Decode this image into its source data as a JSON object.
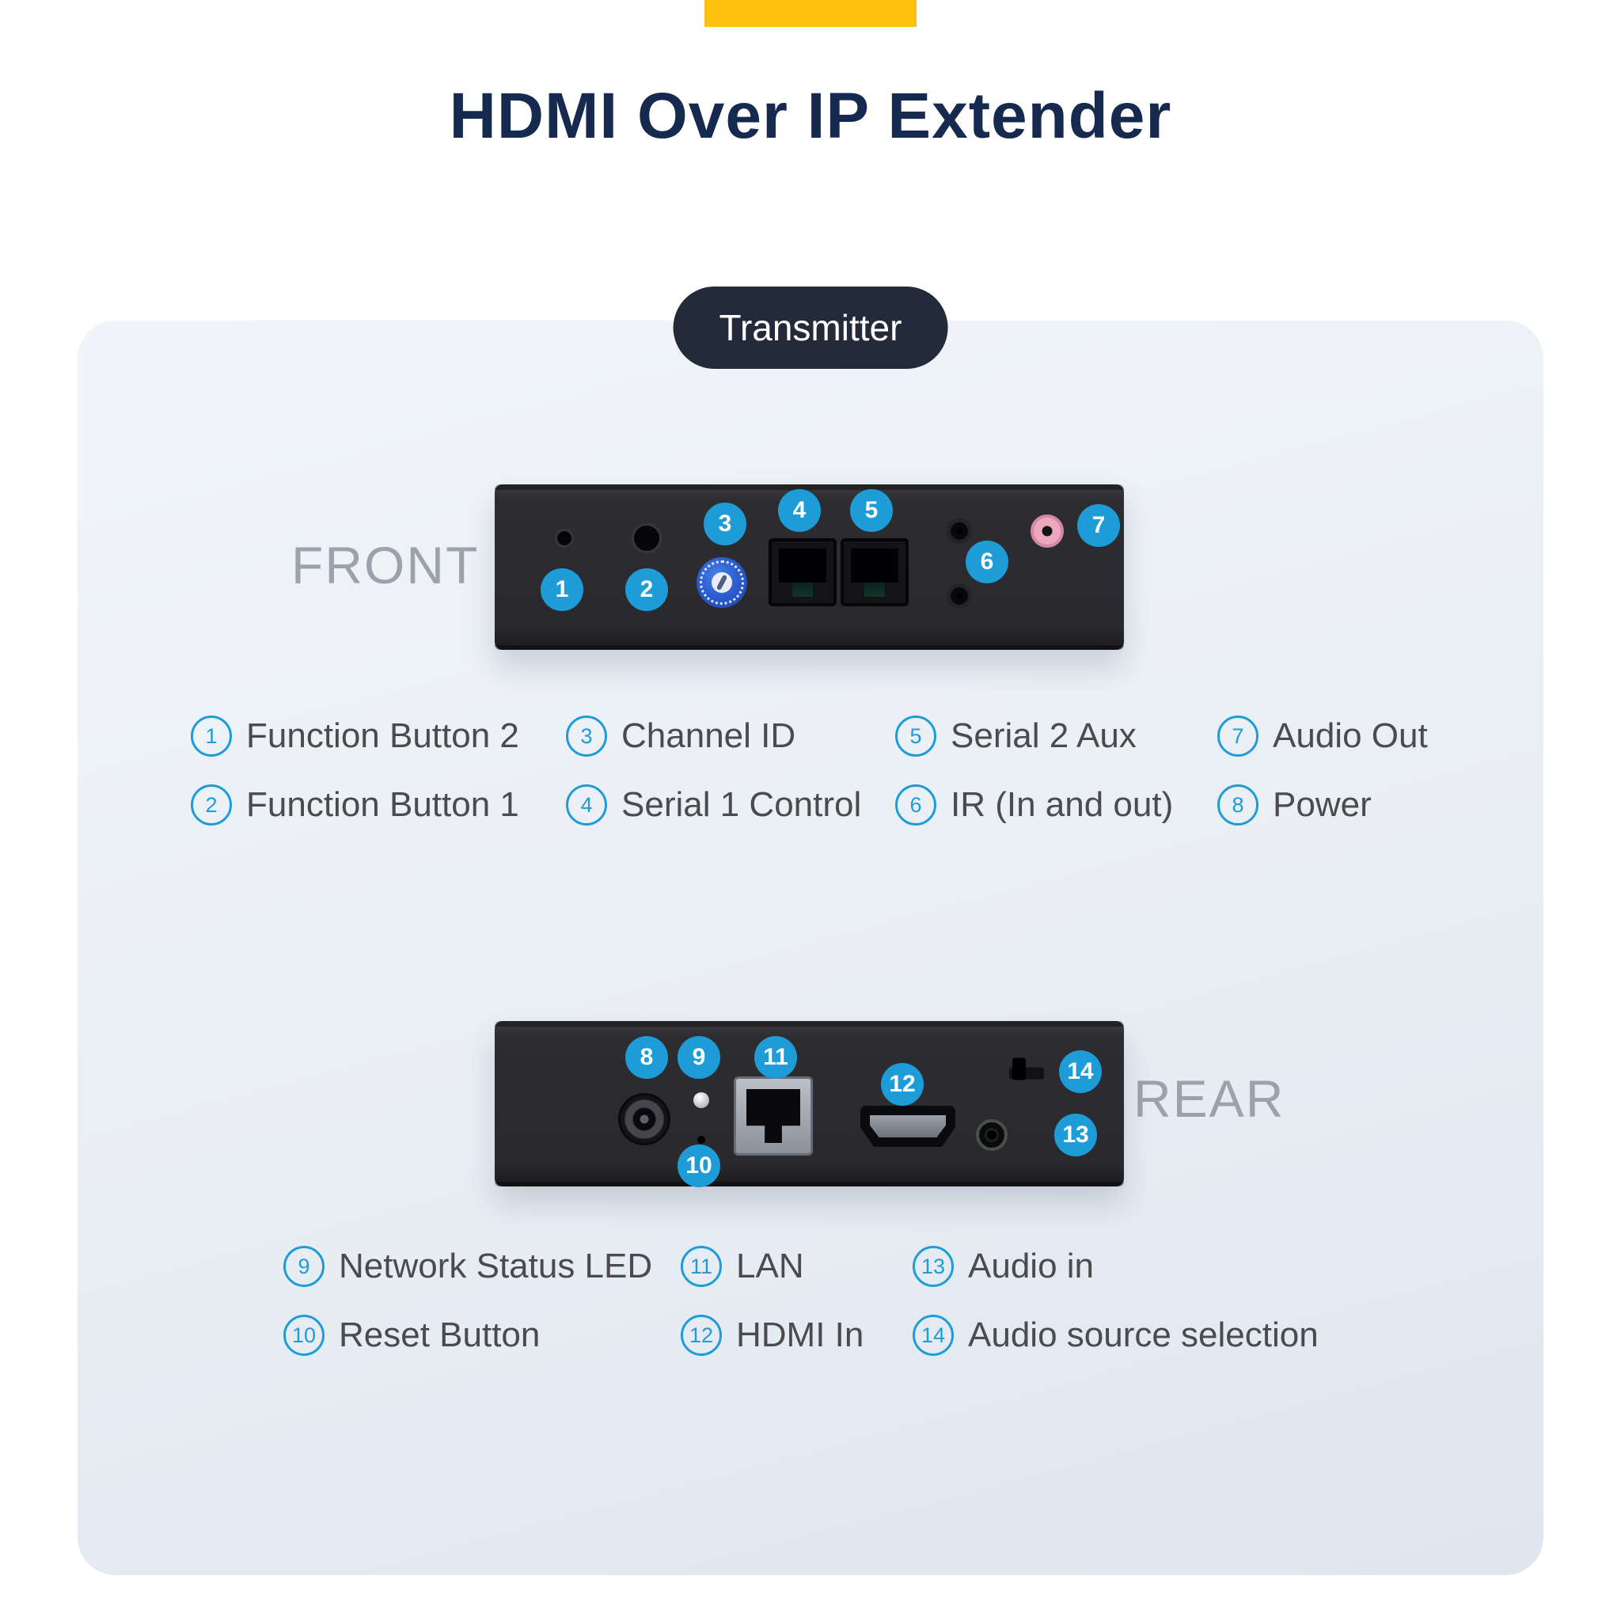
{
  "header": {
    "title": "HDMI Over IP Extender"
  },
  "badge": {
    "label": "Transmitter"
  },
  "front": {
    "view_label": "FRONT",
    "callouts": [
      "1",
      "2",
      "3",
      "4",
      "5",
      "6",
      "7"
    ],
    "legend": [
      {
        "num": "1",
        "label": "Function Button 2"
      },
      {
        "num": "2",
        "label": "Function Button 1"
      },
      {
        "num": "3",
        "label": "Channel ID"
      },
      {
        "num": "4",
        "label": "Serial 1 Control"
      },
      {
        "num": "5",
        "label": "Serial 2 Aux"
      },
      {
        "num": "6",
        "label": "IR (In and out)"
      },
      {
        "num": "7",
        "label": "Audio Out"
      },
      {
        "num": "8",
        "label": "Power"
      }
    ]
  },
  "rear": {
    "view_label": "REAR",
    "callouts": [
      "8",
      "9",
      "10",
      "11",
      "12",
      "13",
      "14"
    ],
    "legend": [
      {
        "num": "9",
        "label": "Network Status LED"
      },
      {
        "num": "10",
        "label": "Reset Button"
      },
      {
        "num": "11",
        "label": "LAN"
      },
      {
        "num": "12",
        "label": "HDMI In"
      },
      {
        "num": "13",
        "label": "Audio in"
      },
      {
        "num": "14",
        "label": "Audio source selection"
      }
    ]
  },
  "colors": {
    "accent_yellow": "#FFC20E",
    "title_navy": "#16294F",
    "callout_blue": "#1E9CD7",
    "badge_dark": "#232A39",
    "panel_light": "#EAEFF6",
    "legend_text": "#4B4B4E",
    "view_label_grey": "#9BA2AB"
  }
}
